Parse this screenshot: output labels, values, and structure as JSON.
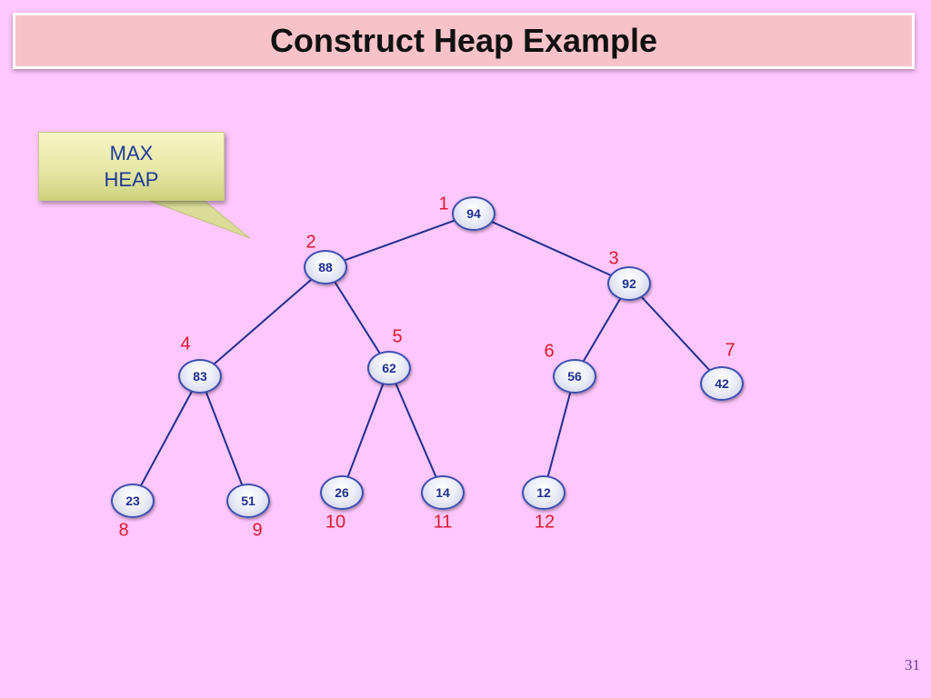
{
  "slide": {
    "title": "Construct Heap Example",
    "callout": {
      "line1": "MAX",
      "line2": "HEAP"
    },
    "page_number": "31"
  },
  "heap": {
    "values": [
      "94",
      "88",
      "92",
      "83",
      "62",
      "56",
      "42",
      "23",
      "51",
      "26",
      "14",
      "12"
    ],
    "indices": [
      "1",
      "2",
      "3",
      "4",
      "5",
      "6",
      "7",
      "8",
      "9",
      "10",
      "11",
      "12"
    ]
  },
  "colors": {
    "background": "#fec7fd",
    "title_bar": "#f8c3c8",
    "edge": "#1f2f8f",
    "index_label": "#dd1a2f",
    "callout_text": "#1f3a9a"
  }
}
